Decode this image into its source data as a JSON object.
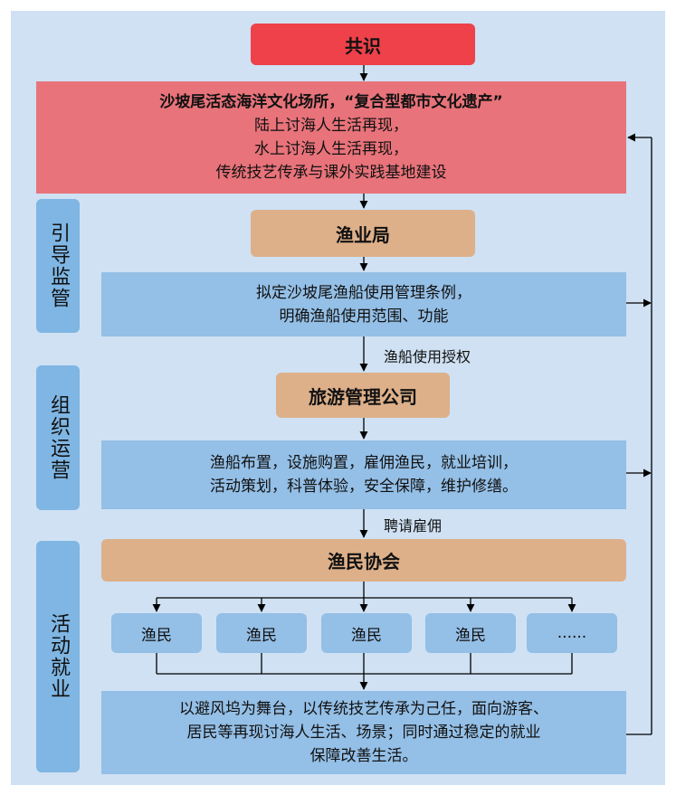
{
  "consensus": {
    "title": "共识"
  },
  "vision": {
    "lines": [
      "沙坡尾活态海洋文化场所，“复合型都市文化遗产”",
      "陆上讨海人生活再现，",
      "水上讨海人生活再现，",
      "传统技艺传承与课外实践基地建设"
    ]
  },
  "sections": {
    "guide": "引导监管",
    "organize": "组织运营",
    "activity": "活动就业"
  },
  "fishery_bureau": {
    "title": "渔业局",
    "duties": [
      "拟定沙坡尾渔船使用管理条例，",
      "明确渔船使用范围、功能"
    ]
  },
  "authorization_label": "渔船使用授权",
  "tourism_company": {
    "title": "旅游管理公司",
    "duties": [
      "渔船布置，设施购置，雇佣渔民，就业培训，",
      "活动策划，科普体验，安全保障，维护修缮。"
    ]
  },
  "hire_label": "聘请雇佣",
  "fishermen_assoc": {
    "title": "渔民协会",
    "members": [
      "渔民",
      "渔民",
      "渔民",
      "渔民",
      "......"
    ],
    "outcome": [
      "以避风坞为舞台，以传统技艺传承为己任，面向游客、",
      "居民等再现讨海人生活、场景；同时通过稳定的就业",
      "保障改善生活。"
    ]
  },
  "colors": {
    "background": "#cfe1f3",
    "consensus_red": "#ee4149",
    "vision_red": "#e8737a",
    "tan": "#ddb08a",
    "blue_box": "#94bfe6",
    "side_label": "#7fb6e3"
  }
}
